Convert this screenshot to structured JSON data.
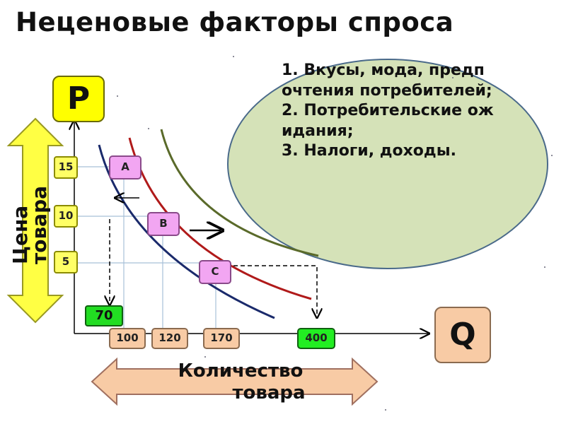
{
  "title": "Неценовые факторы спроса",
  "axes": {
    "price_symbol": "P",
    "quantity_symbol": "Q",
    "price_label": "Цена товара",
    "quantity_label_line1": "Количество",
    "quantity_label_line2": "товара"
  },
  "price_ticks": [
    "15",
    "10",
    "5"
  ],
  "quantity_ticks": [
    "100",
    "120",
    "170",
    "400"
  ],
  "price_point_label": "70",
  "points": [
    "A",
    "B",
    "C"
  ],
  "factors": [
    "1. Вкусы, мода, предпочтения потребителей;",
    "2. Потребительские ожидания;",
    "3. Налоги, доходы."
  ],
  "colors": {
    "curve_left": "#1a2a6b",
    "curve_mid": "#b01a1a",
    "curve_right": "#5a6a2a",
    "ellipse_fill": "#d5e2b8",
    "arrow_fill": "#ffff44",
    "arrow_x_fill": "#f8cba5"
  }
}
